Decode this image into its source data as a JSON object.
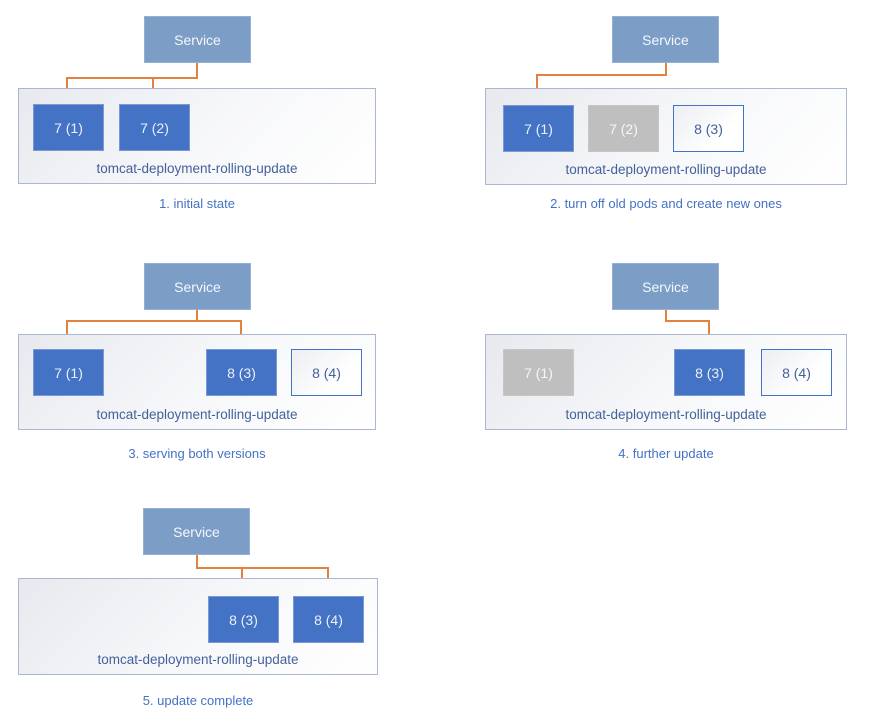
{
  "service_label": "Service",
  "deployment_label": "tomcat-deployment-rolling-update",
  "colors": {
    "pod_active_blue": "#4472C4",
    "pod_stopped_gray": "#BFBFBF",
    "pod_new_border_blue": "#4472C4",
    "service_steel_blue": "#7C9DC6",
    "arrow_orange": "#E2823E",
    "caption_blue": "#4472C4",
    "deployment_label_blue": "#44619B",
    "container_border": "#A9B7D3"
  },
  "panels": [
    {
      "caption": "1. initial state",
      "service_routes_to": [
        "7 (1)",
        "7 (2)"
      ],
      "pods": [
        {
          "label": "7 (1)",
          "state": "active"
        },
        {
          "label": "7 (2)",
          "state": "active"
        }
      ]
    },
    {
      "caption": "2. turn off old pods and create new ones",
      "service_routes_to": [
        "7 (1)"
      ],
      "pods": [
        {
          "label": "7 (1)",
          "state": "active"
        },
        {
          "label": "7 (2)",
          "state": "stopped"
        },
        {
          "label": "8 (3)",
          "state": "new"
        }
      ]
    },
    {
      "caption": "3. serving both versions",
      "service_routes_to": [
        "7 (1)",
        "8 (3)"
      ],
      "pods": [
        {
          "label": "7 (1)",
          "state": "active"
        },
        {
          "label": "8 (3)",
          "state": "active"
        },
        {
          "label": "8 (4)",
          "state": "new"
        }
      ]
    },
    {
      "caption": "4. further update",
      "service_routes_to": [
        "8 (3)"
      ],
      "pods": [
        {
          "label": "7 (1)",
          "state": "stopped"
        },
        {
          "label": "8 (3)",
          "state": "active"
        },
        {
          "label": "8 (4)",
          "state": "new"
        }
      ]
    },
    {
      "caption": "5. update complete",
      "service_routes_to": [
        "8 (3)",
        "8 (4)"
      ],
      "pods": [
        {
          "label": "8 (3)",
          "state": "active"
        },
        {
          "label": "8 (4)",
          "state": "active"
        }
      ]
    }
  ]
}
